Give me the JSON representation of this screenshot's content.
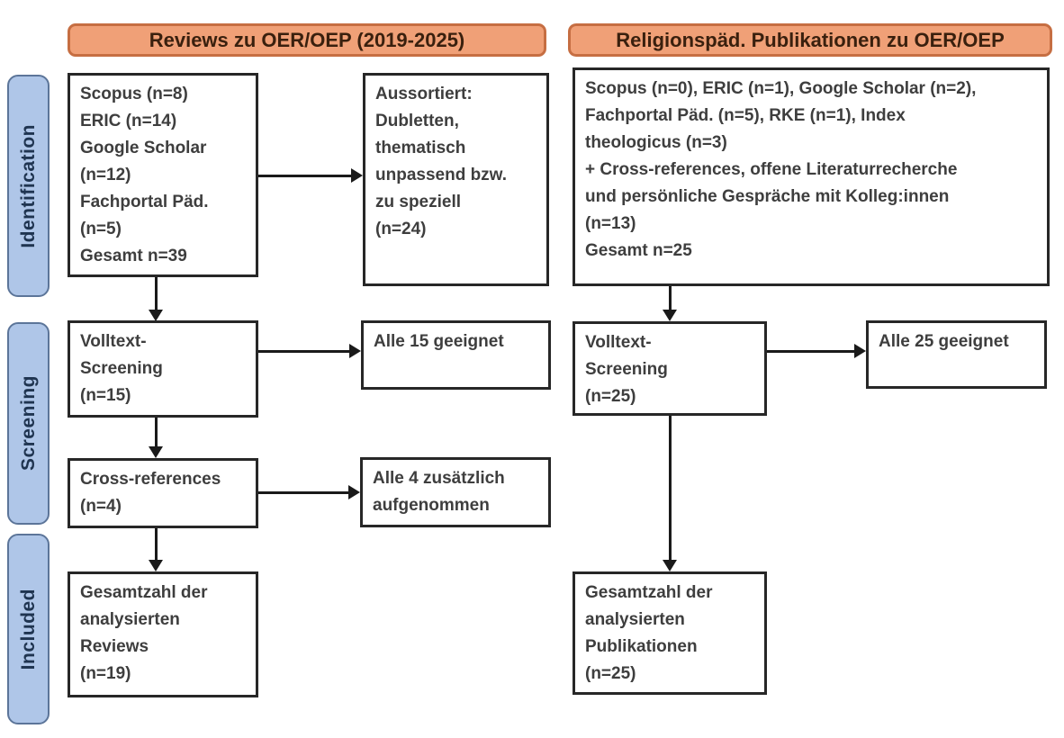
{
  "headers": {
    "left": "Reviews zu OER/OEP (2019-2025)",
    "right": "Religionspäd. Publikationen zu OER/OEP"
  },
  "stages": {
    "identification": "Identification",
    "screening": "Screening",
    "included": "Included"
  },
  "left_column": {
    "sources": "Scopus (n=8)\nERIC (n=14)\nGoogle Scholar\n(n=12)\nFachportal Päd.\n(n=5)\nGesamt n=39",
    "excluded": "Aussortiert:\nDubletten,\nthematisch\nunpassend bzw.\nzu speziell\n(n=24)",
    "fulltext_screening": "Volltext-\nScreening\n(n=15)",
    "fulltext_result": "Alle 15 geeignet",
    "cross_references": "Cross-references\n(n=4)",
    "crossref_result": "Alle 4 zusätzlich\naufgenommen",
    "included_total": "Gesamtzahl der\nanalysierten\nReviews\n(n=19)"
  },
  "right_column": {
    "sources": "Scopus (n=0), ERIC (n=1), Google Scholar (n=2),\nFachportal Päd. (n=5), RKE (n=1), Index\ntheologicus (n=3)\n+ Cross-references, offene Literaturrecherche\nund persönliche Gespräche mit Kolleg:innen\n(n=13)\nGesamt n=25",
    "fulltext_screening": "Volltext-\nScreening\n(n=25)",
    "fulltext_result": "Alle 25 geeignet",
    "included_total": "Gesamtzahl der\nanalysierten\nPublikationen\n(n=25)"
  },
  "colors": {
    "header_fill": "#F0A077",
    "header_border": "#C66E42",
    "stage_fill": "#AFC6E8",
    "stage_border": "#5C7599",
    "stage_text": "#1F3450",
    "box_border": "#272727",
    "box_text": "#3E3E3E",
    "arrow": "#1A1A1A"
  }
}
